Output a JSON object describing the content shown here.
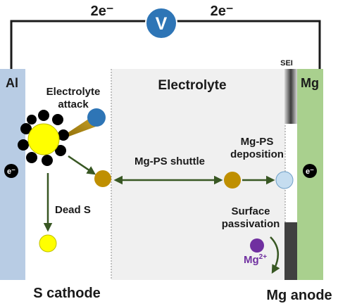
{
  "circuit": {
    "left_electrons": "2e⁻",
    "right_electrons": "2e⁻",
    "voltmeter": "V"
  },
  "electrodes": {
    "left_collector": "Al",
    "right_anode": "Mg",
    "sei": "SEI",
    "electron_symbol_left": "e⁻",
    "electron_symbol_right": "e⁻"
  },
  "region": {
    "electrolyte": "Electrolyte"
  },
  "labels": {
    "electrolyte_attack_line1": "Electrolyte",
    "electrolyte_attack_line2": "attack",
    "dead_s": "Dead S",
    "shuttle": "Mg-PS shuttle",
    "deposition_line1": "Mg-PS",
    "deposition_line2": "deposition",
    "passivation_line1": "Surface",
    "passivation_line2": "passivation",
    "mg_ion_base": "Mg",
    "mg_ion_charge": "2+",
    "s_cathode": "S cathode",
    "mg_anode": "Mg anode"
  },
  "colors": {
    "al_collector": "#b8cce4",
    "mg_anode": "#a9d08e",
    "electrolyte_bg": "#f0f0f0",
    "voltmeter": "#2e75b6",
    "sulfur": "#ffff00",
    "polysulfide": "#bf8f00",
    "deposited_ps": "#c5ddf0",
    "attack_ball": "#2e75b6",
    "mg_ion": "#7030a0",
    "arrow": "#385723",
    "passivation_layer": "#404040"
  }
}
